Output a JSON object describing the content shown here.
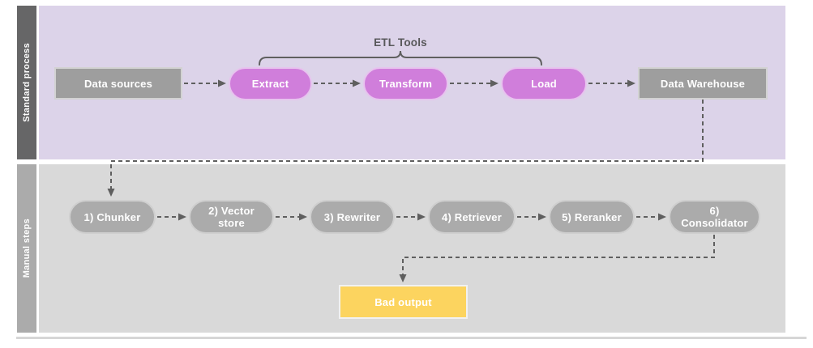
{
  "theme": {
    "lane1-bar": "#666667",
    "lane1-bg": "#dcd3e9",
    "lane2-bar": "#ababab",
    "lane2-bg": "#d9d9d9",
    "node-gray": "#9e9e9e",
    "node-pink": "#d07edb",
    "node-pink-border": "#e7c3ee",
    "pill-gray": "#ababab",
    "node-yellow": "#fcd45f",
    "connector": "#5f5f5f",
    "label-text": "#58585a",
    "node-text": "#ffffff"
  },
  "lanes": {
    "standard": {
      "label": "Standard process"
    },
    "manual": {
      "label": "Manual steps"
    }
  },
  "group_label": "ETL Tools",
  "nodes": {
    "data_sources": {
      "label": "Data sources"
    },
    "extract": {
      "label": "Extract"
    },
    "transform": {
      "label": "Transform"
    },
    "load": {
      "label": "Load"
    },
    "data_warehouse": {
      "label": "Data Warehouse"
    },
    "chunker": {
      "label": "1) Chunker"
    },
    "vector_store": {
      "line1": "2) Vector",
      "line2": "store"
    },
    "rewriter": {
      "label": "3) Rewriter"
    },
    "retriever": {
      "label": "4) Retriever"
    },
    "reranker": {
      "label": "5) Reranker"
    },
    "consolidator": {
      "line1": "6)",
      "line2": "Consolidator"
    },
    "bad_output": {
      "label": "Bad output"
    }
  }
}
